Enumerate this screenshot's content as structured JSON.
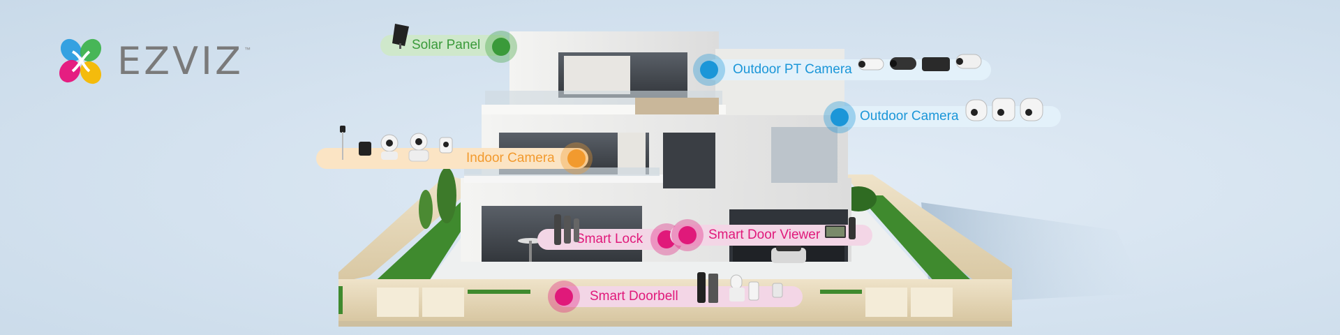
{
  "brand": {
    "logo_text": "EZVIZ",
    "trademark": "™",
    "logo_colors": [
      "#e6137b",
      "#f5b800",
      "#3fb34f",
      "#2b9de0",
      "#7a7a7a"
    ]
  },
  "hotspots": [
    {
      "id": "solar-panel",
      "label": "Solar Panel",
      "color": "#3a9a3a",
      "pill_bg": "#cfe8cb"
    },
    {
      "id": "outdoor-pt-camera",
      "label": "Outdoor PT Camera",
      "color": "#1b96d8",
      "pill_bg": "#e3f1fa"
    },
    {
      "id": "outdoor-camera",
      "label": "Outdoor Camera",
      "color": "#1b96d8",
      "pill_bg": "#e3f1fa"
    },
    {
      "id": "indoor-camera",
      "label": "Indoor Camera",
      "color": "#f29a2e",
      "pill_bg": "#fbe4c4"
    },
    {
      "id": "smart-lock",
      "label": "Smart Lock",
      "color": "#e0197a",
      "pill_bg": "#f3d6e6"
    },
    {
      "id": "smart-door-viewer",
      "label": "Smart Door Viewer",
      "color": "#e0197a",
      "pill_bg": "#f3d6e6"
    },
    {
      "id": "smart-doorbell",
      "label": "Smart Doorbell",
      "color": "#e0197a",
      "pill_bg": "#f3d6e6"
    }
  ]
}
